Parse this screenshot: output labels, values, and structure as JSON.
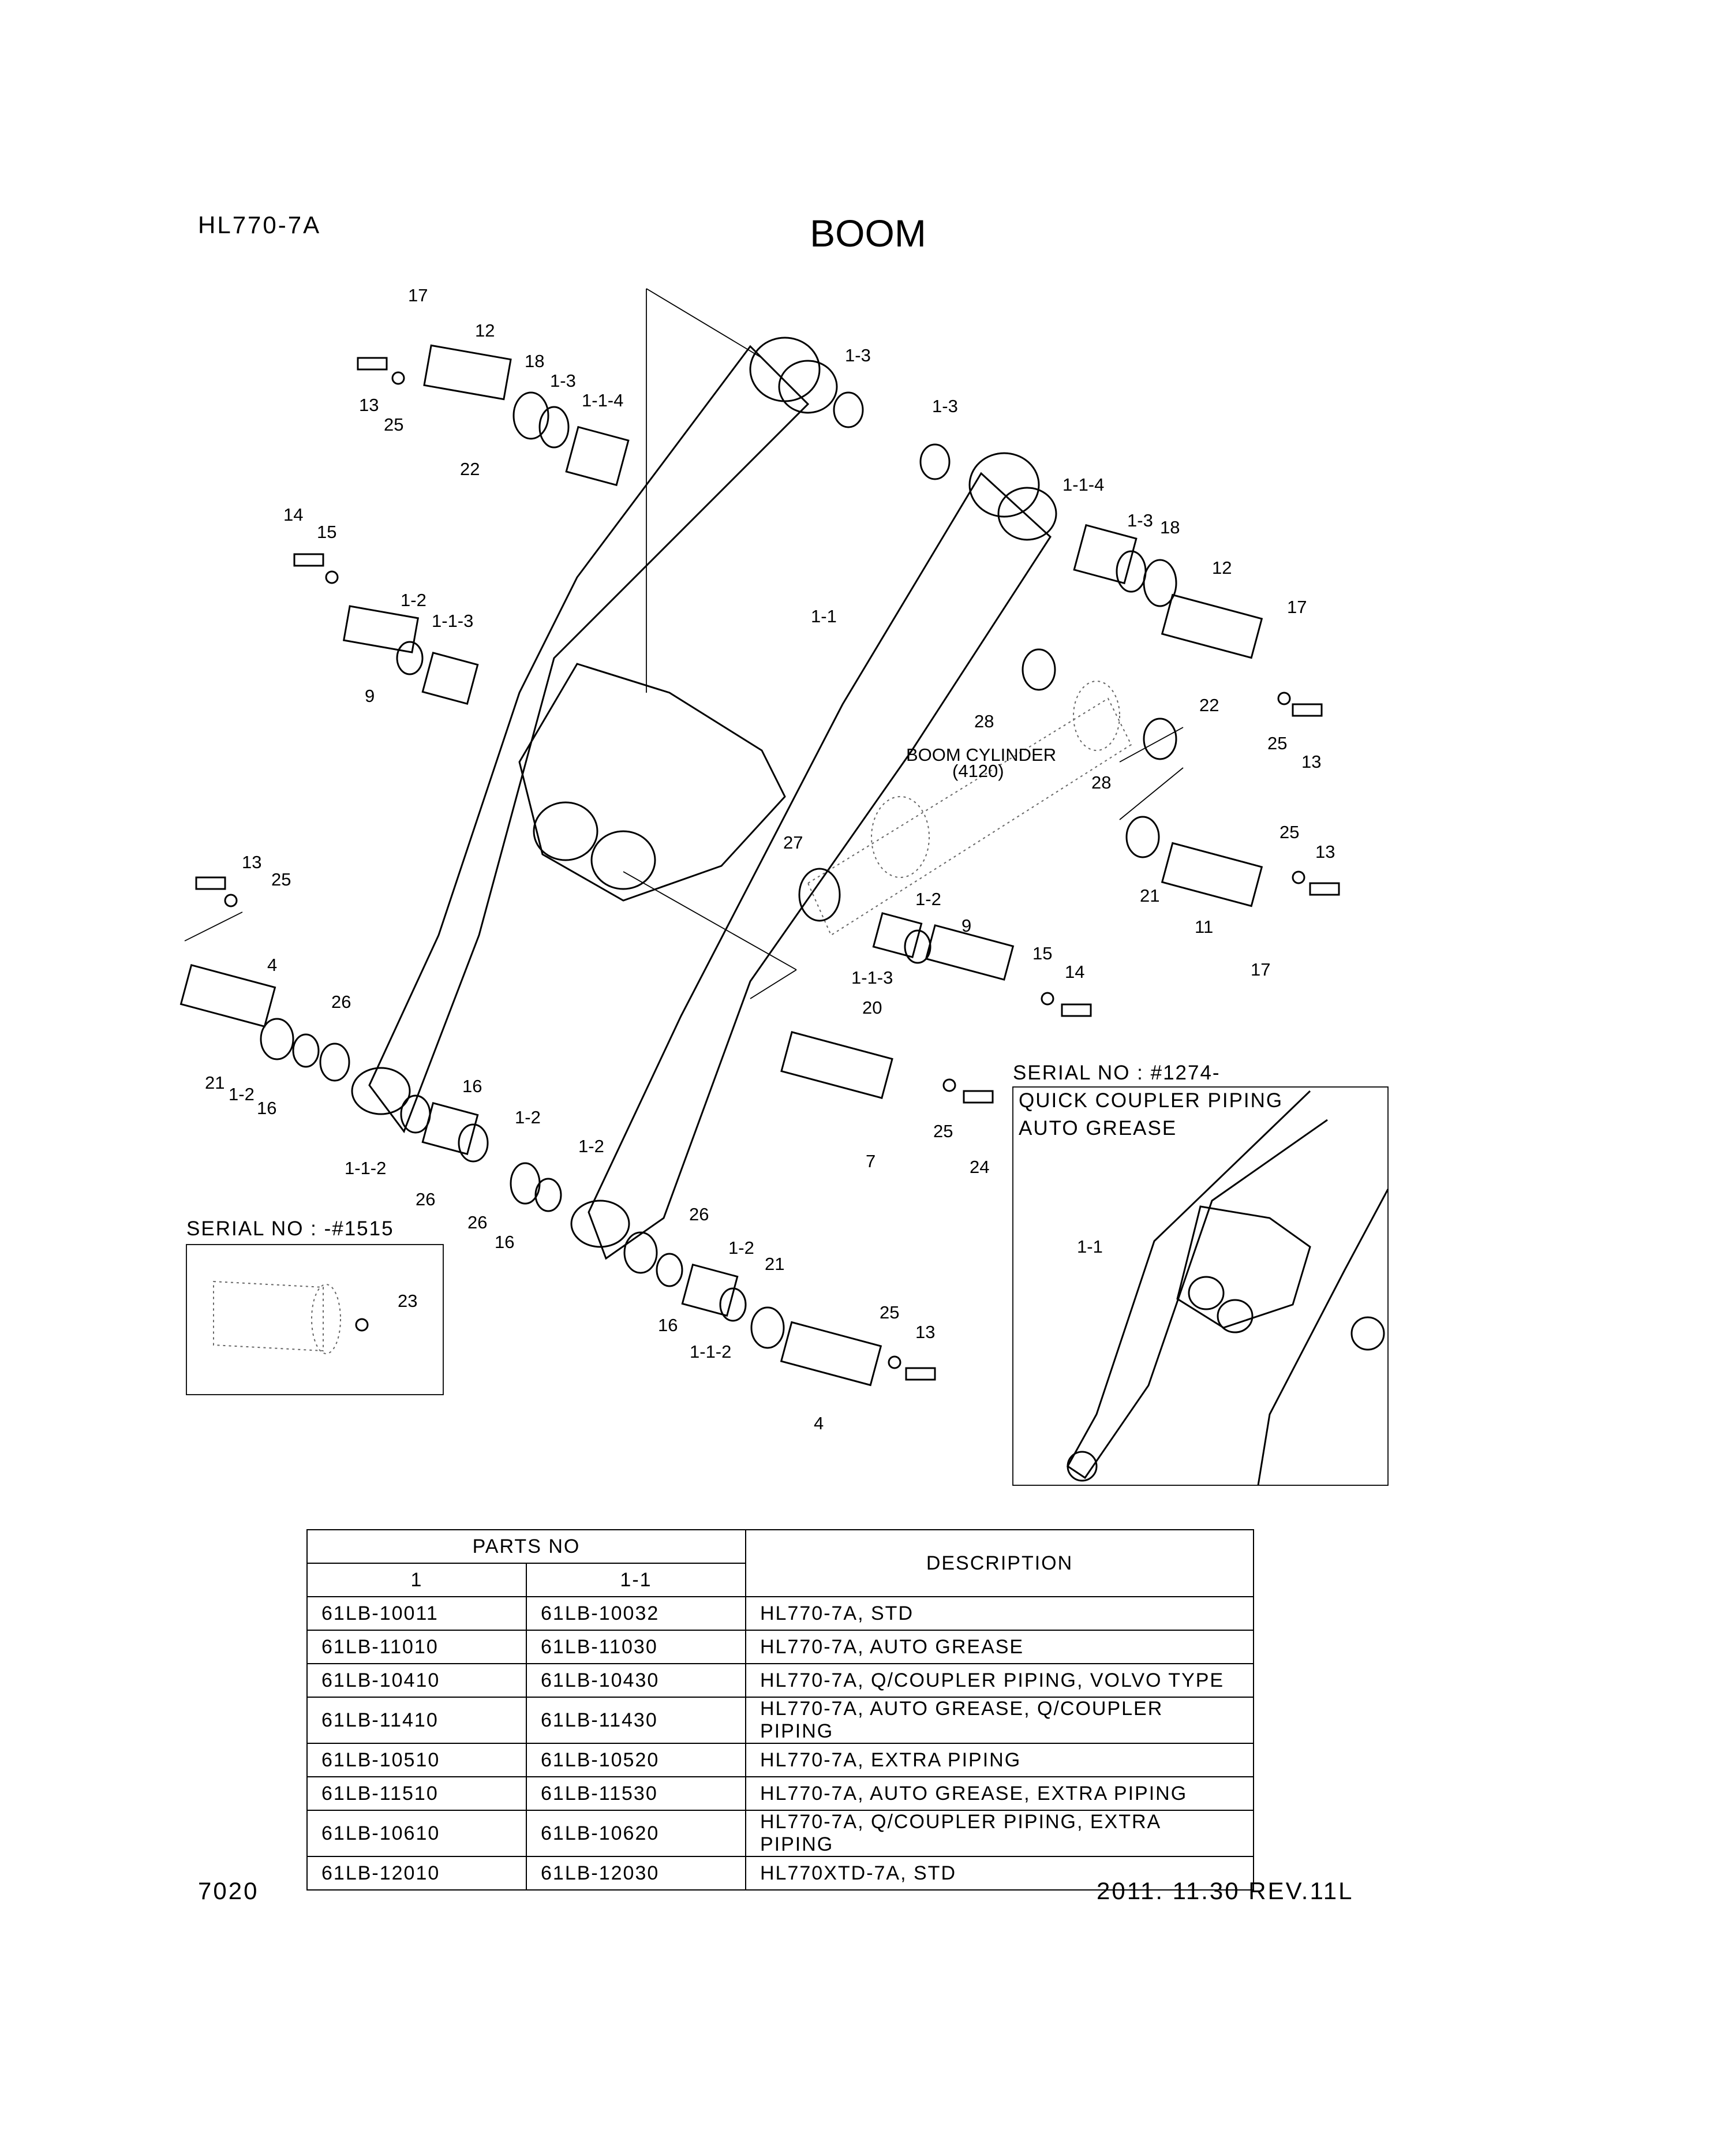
{
  "header": {
    "model": "HL770-7A",
    "title": "BOOM"
  },
  "footer": {
    "page_number": "7020",
    "revision": "2011. 11.30 REV.11L"
  },
  "diagram": {
    "callouts": [
      "17",
      "12",
      "13",
      "25",
      "22",
      "18",
      "1-3",
      "1-1-4",
      "1-3",
      "1-3",
      "1-1-4",
      "1-3",
      "18",
      "12",
      "17",
      "22",
      "25",
      "13",
      "14",
      "15",
      "1-2",
      "1-1-3",
      "9",
      "1-1",
      "28",
      "BOOM CYLINDER",
      "(4120)",
      "28",
      "25",
      "13",
      "21",
      "11",
      "17",
      "27",
      "1-2",
      "9",
      "1-1-3",
      "15",
      "14",
      "13",
      "25",
      "4",
      "26",
      "21",
      "1-2",
      "16",
      "16",
      "1-2",
      "1-1-2",
      "26",
      "20",
      "25",
      "24",
      "7",
      "1-2",
      "26",
      "16",
      "26",
      "1-2",
      "21",
      "16",
      "1-1-2",
      "25",
      "13",
      "4",
      "23",
      "1-1"
    ],
    "boxes": {
      "serial_right": "SERIAL NO : #1274-",
      "right_line1": "QUICK COUPLER PIPING",
      "right_line2": "AUTO GREASE",
      "serial_left": "SERIAL NO : -#1515"
    }
  },
  "table": {
    "header_parts": "PARTS NO",
    "header_description": "DESCRIPTION",
    "sub_col1": "1",
    "sub_col2": "1-1",
    "rows": [
      {
        "c1": "61LB-10011",
        "c2": "61LB-10032",
        "desc": "HL770-7A, STD"
      },
      {
        "c1": "61LB-11010",
        "c2": "61LB-11030",
        "desc": "HL770-7A, AUTO GREASE"
      },
      {
        "c1": "61LB-10410",
        "c2": "61LB-10430",
        "desc": "HL770-7A, Q/COUPLER PIPING, VOLVO TYPE"
      },
      {
        "c1": "61LB-11410",
        "c2": "61LB-11430",
        "desc": "HL770-7A, AUTO GREASE, Q/COUPLER PIPING"
      },
      {
        "c1": "61LB-10510",
        "c2": "61LB-10520",
        "desc": "HL770-7A, EXTRA PIPING"
      },
      {
        "c1": "61LB-11510",
        "c2": "61LB-11530",
        "desc": "HL770-7A, AUTO GREASE, EXTRA PIPING"
      },
      {
        "c1": "61LB-10610",
        "c2": "61LB-10620",
        "desc": "HL770-7A, Q/COUPLER PIPING, EXTRA PIPING"
      },
      {
        "c1": "61LB-12010",
        "c2": "61LB-12030",
        "desc": "HL770XTD-7A, STD"
      }
    ]
  }
}
